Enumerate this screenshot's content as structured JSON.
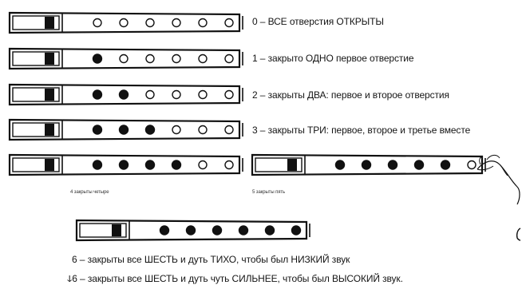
{
  "colors": {
    "ink": "#111111",
    "paper": "#ffffff"
  },
  "flutes": [
    {
      "id": "f0",
      "holes": [
        0,
        0,
        0,
        0,
        0,
        0
      ]
    },
    {
      "id": "f1",
      "holes": [
        1,
        0,
        0,
        0,
        0,
        0
      ]
    },
    {
      "id": "f2",
      "holes": [
        1,
        1,
        0,
        0,
        0,
        0
      ]
    },
    {
      "id": "f3",
      "holes": [
        1,
        1,
        1,
        0,
        0,
        0
      ]
    },
    {
      "id": "f4",
      "holes": [
        1,
        1,
        1,
        1,
        0,
        0
      ]
    },
    {
      "id": "f5",
      "holes": [
        1,
        1,
        1,
        1,
        1,
        0
      ]
    },
    {
      "id": "f6",
      "holes": [
        1,
        1,
        1,
        1,
        1,
        1
      ]
    }
  ],
  "labels": {
    "l0": "0 – ВСЕ отверстия ОТКРЫТЫ",
    "l1": "1 – закрыто ОДНО первое отверстие",
    "l2": "2 – закрыты ДВА: первое и второе отверстия",
    "l3": "3 – закрыты ТРИ: первое, второе и третье вместе",
    "l4": "4 закрыты четыре",
    "l5": "5 закрыты пять",
    "l6": "6 – закрыты все ШЕСТЬ и дуть ТИХО, чтобы был НИЗКИЙ звук",
    "l6b": "ↆ6 – закрыты все ШЕСТЬ и дуть чуть СИЛЬНЕЕ, чтобы был ВЫСОКИЙ звук."
  }
}
